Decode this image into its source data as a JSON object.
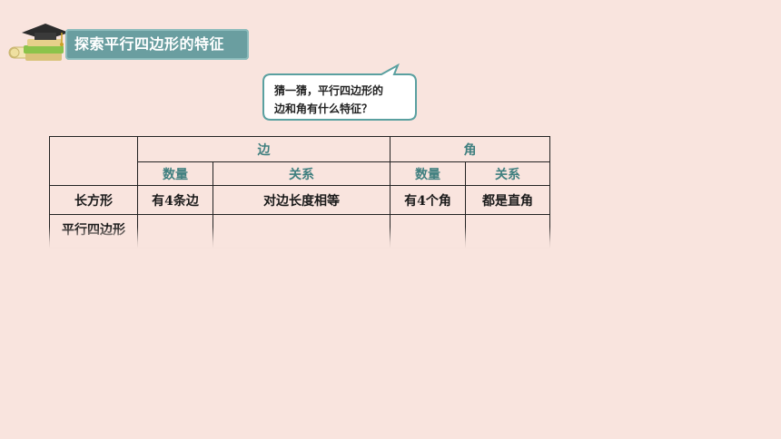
{
  "header": {
    "title": "探索平行四边形的特征",
    "icon": "books-graduation-cap-icon"
  },
  "bubble": {
    "line1": "猜一猜，平行四边形的",
    "line2": "边和角有什么特征？"
  },
  "table": {
    "group_headers": [
      "边",
      "角"
    ],
    "sub_headers": [
      "数量",
      "关系",
      "数量",
      "关系"
    ],
    "rows": [
      {
        "label": "长方形",
        "cells": [
          "有4条边",
          "对边长度相等",
          "有4个角",
          "都是直角"
        ]
      },
      {
        "label": "平行四边形",
        "cells": [
          "",
          "",
          "",
          ""
        ]
      }
    ]
  },
  "colors": {
    "background": "#f9e4de",
    "title_bar": "#6a9ea0",
    "header_text": "#3f7f7f"
  }
}
